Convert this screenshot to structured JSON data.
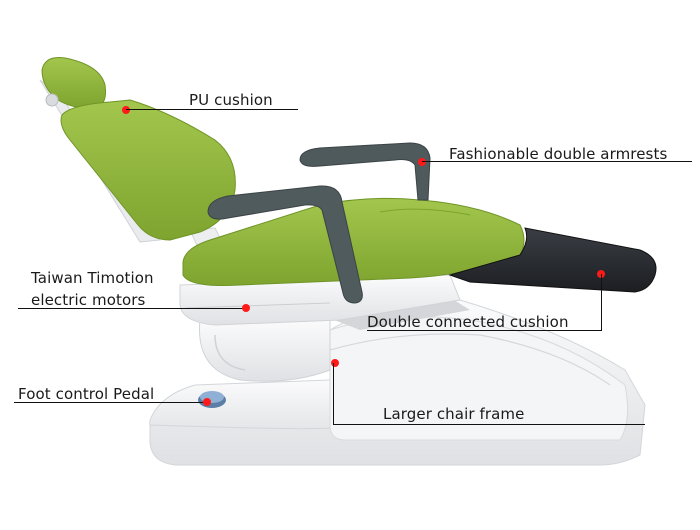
{
  "figure": {
    "subject": "Dental chair",
    "colors": {
      "cushion_green": "#8db33a",
      "cushion_green_dark": "#6f9427",
      "armrest_gray": "#4f5a5c",
      "leg_rest_black": "#2a2d31",
      "frame_white": "#eeeff1",
      "frame_shadow": "#cfd2d6",
      "marker_red": "#ff1a1a",
      "leader_line": "#111111",
      "pedal_blue": "#6f8fb5"
    }
  },
  "callouts": [
    {
      "id": "pu-cushion",
      "label": "PU cushion"
    },
    {
      "id": "armrests",
      "label": "Fashionable double armrests"
    },
    {
      "id": "motors",
      "label_line1": "Taiwan Timotion",
      "label_line2": "electric motors"
    },
    {
      "id": "double-cushion",
      "label": "Double connected cushion"
    },
    {
      "id": "foot-pedal",
      "label": "Foot control Pedal"
    },
    {
      "id": "frame",
      "label": "Larger chair frame"
    }
  ]
}
